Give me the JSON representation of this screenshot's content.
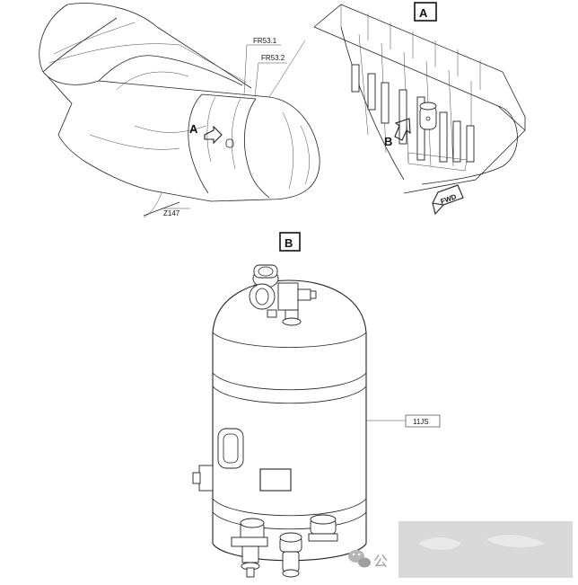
{
  "labels": {
    "view_a_box": "A",
    "view_b_box": "B",
    "frame_1": "FR53.1",
    "frame_2": "FR53.2",
    "zone": "Z147",
    "callout_a": "A",
    "callout_b": "B",
    "direction": "FWD",
    "part_ref": "11JS",
    "watermark": "公"
  },
  "colors": {
    "line": "#222222",
    "background": "#ffffff",
    "overlay_gray": "#d9d9d9"
  },
  "icons": {
    "watermark": "wechat-icon"
  }
}
